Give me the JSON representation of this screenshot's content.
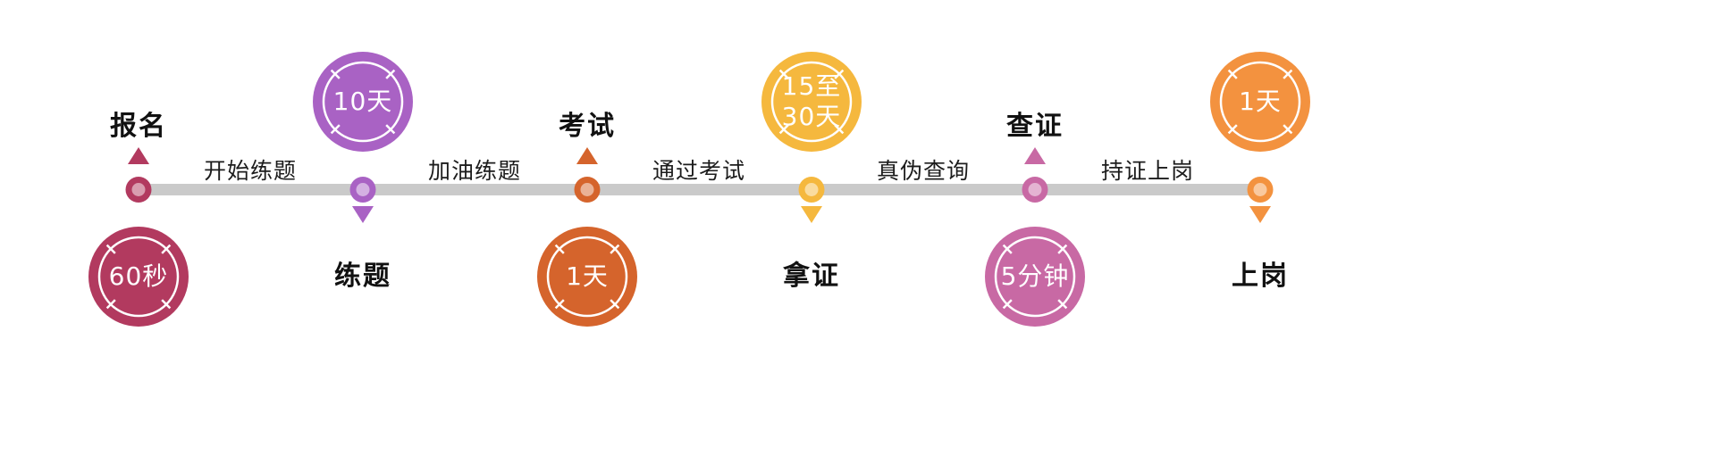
{
  "page": {
    "background": "#ffffff"
  },
  "timeline": {
    "bar_color": "#cacaca"
  },
  "nodes": [
    {
      "label": "报名",
      "duration": "60秒",
      "color": "#b23a5f",
      "clock_position": "bottom"
    },
    {
      "label": "练题",
      "duration": "10天",
      "color": "#a962c4",
      "clock_position": "top"
    },
    {
      "label": "考试",
      "duration": "1天",
      "color": "#d5642c",
      "clock_position": "bottom"
    },
    {
      "label": "拿证",
      "duration": "15至\n30天",
      "color": "#f5b83e",
      "clock_position": "top"
    },
    {
      "label": "查证",
      "duration": "5分钟",
      "color": "#c869a4",
      "clock_position": "bottom"
    },
    {
      "label": "上岗",
      "duration": "1天",
      "color": "#f3923f",
      "clock_position": "top"
    }
  ],
  "connectors": [
    {
      "label": "开始练题"
    },
    {
      "label": "加油练题"
    },
    {
      "label": "通过考试"
    },
    {
      "label": "真伪查询"
    },
    {
      "label": "持证上岗"
    }
  ]
}
